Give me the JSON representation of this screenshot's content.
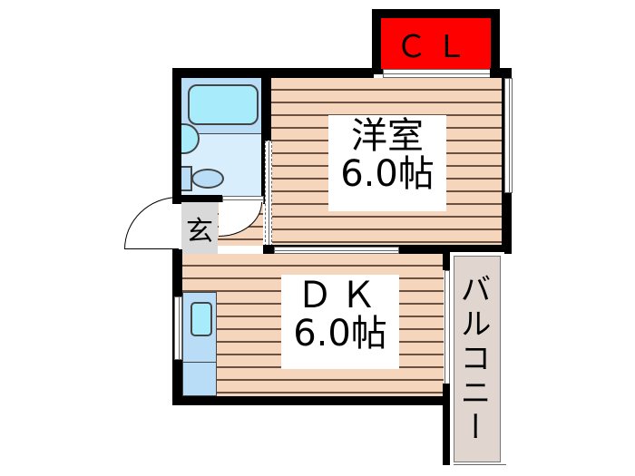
{
  "floor_plan": {
    "rooms": {
      "closet": {
        "label": "ＣＬ",
        "color": "#ff0000"
      },
      "western_room": {
        "name": "洋室",
        "size": "6.0帖",
        "floor": "wood"
      },
      "dk": {
        "name": "ＤＫ",
        "size": "6.0帖",
        "floor": "wood"
      },
      "entrance": {
        "label": "玄",
        "color": "#d9d9d9"
      },
      "bathroom": {
        "color": "#b9dcf7"
      },
      "balcony": {
        "label": "バルコニー",
        "color": "#e0d6cf"
      }
    },
    "colors": {
      "wall": "#000000",
      "wood_floor": "#f5d6bd",
      "wood_line": "#6a5040",
      "bath_fixture": "#a8ecfb",
      "kitchen": "#b9dcf7"
    }
  }
}
